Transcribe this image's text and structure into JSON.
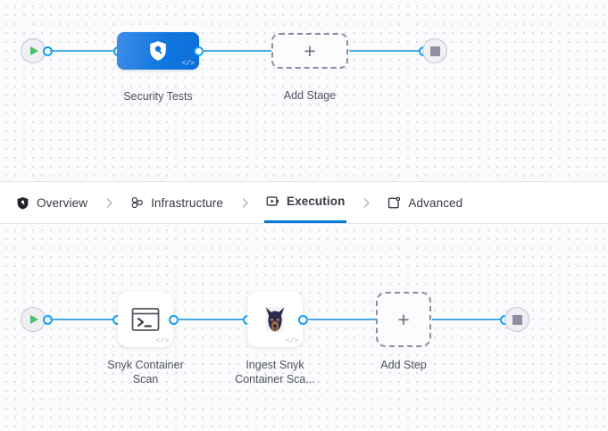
{
  "stage_canvas": {
    "start_node": {
      "icon": "play-icon",
      "name": "pipeline-start"
    },
    "end_node": {
      "icon": "stop-icon",
      "name": "pipeline-end"
    },
    "stages": [
      {
        "label": "Security Tests",
        "icon": "shield-search-icon",
        "badge": "</>",
        "selected": true
      },
      {
        "label": "Add Stage",
        "icon": "plus-icon",
        "type": "add"
      }
    ]
  },
  "tabs": {
    "items": [
      {
        "label": "Overview",
        "icon": "shield-icon",
        "active": false
      },
      {
        "label": "Infrastructure",
        "icon": "nodes-cluster-icon",
        "active": false
      },
      {
        "label": "Execution",
        "icon": "play-rect-icon",
        "active": true
      },
      {
        "label": "Advanced",
        "icon": "panel-gear-icon",
        "active": false
      }
    ],
    "separator_icon": "chevron-right-icon",
    "active_underline_color": "#0278d5"
  },
  "step_canvas": {
    "start_node": {
      "icon": "play-icon",
      "name": "execution-start"
    },
    "end_node": {
      "icon": "stop-icon",
      "name": "execution-end"
    },
    "steps": [
      {
        "label": "Snyk Container\nScan",
        "icon": "terminal-icon",
        "badge": "</>"
      },
      {
        "label": "Ingest Snyk\nContainer Sca...",
        "icon": "snyk-dog-icon",
        "badge": "</>"
      },
      {
        "label": "Add Step",
        "icon": "plus-icon",
        "type": "add"
      }
    ]
  },
  "symbols": {
    "plus": "+",
    "code_badge": "</>"
  },
  "colors": {
    "canvas_bg": "#fafbfc",
    "grid_dot": "#d9dae5",
    "connector": "#4aabe8",
    "port_ring": "#0d9ff3",
    "stage_blue": "#1177e0",
    "play_green": "#4dbe6a",
    "stop_grey": "#8e8fa3",
    "tab_active": "#0278d5"
  }
}
